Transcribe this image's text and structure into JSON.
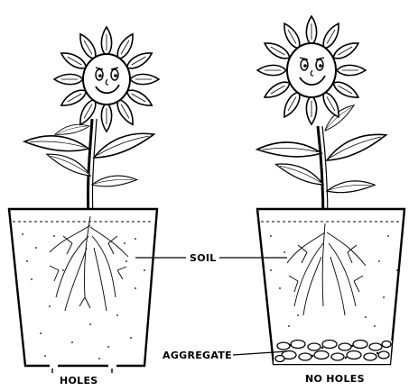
{
  "labels": {
    "soil": "SOIL",
    "aggregate": "AGGREGATE",
    "holes": "HOLES",
    "no_holes": "NO HOLES"
  }
}
